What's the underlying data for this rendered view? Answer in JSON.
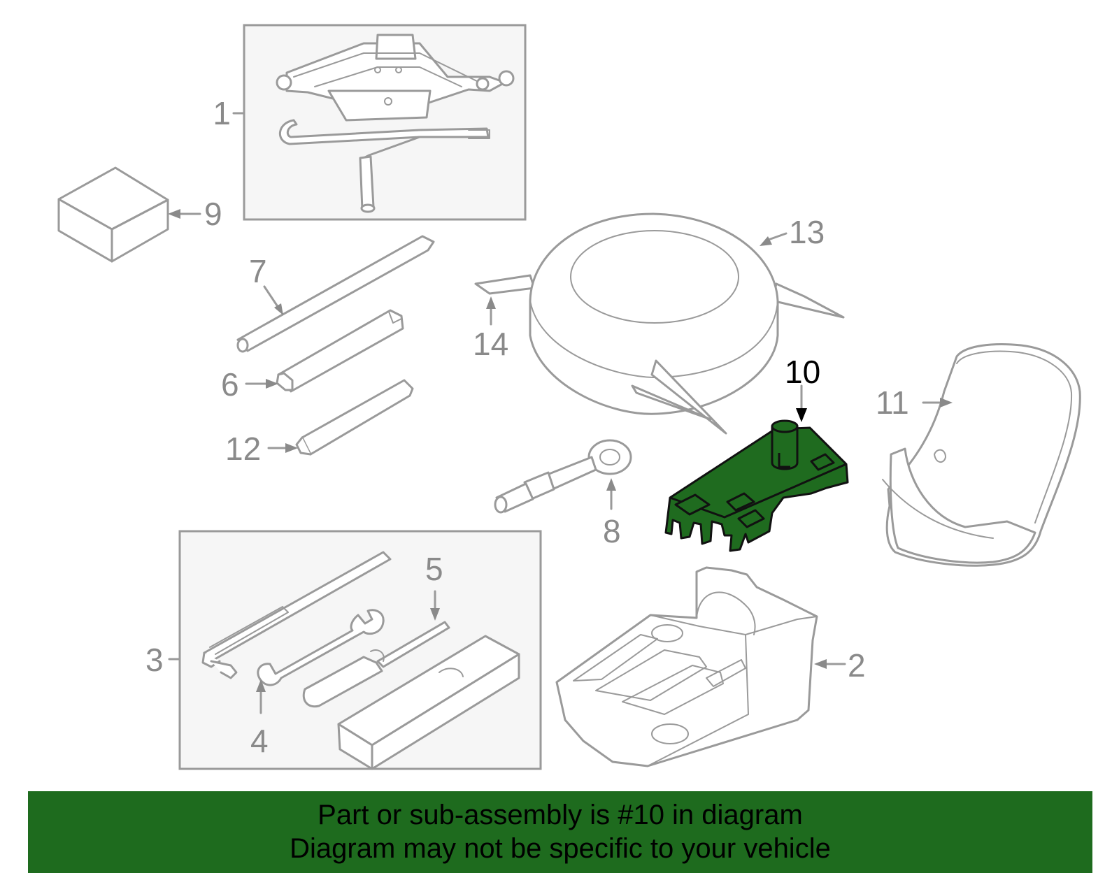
{
  "callouts": {
    "c1": "1",
    "c2": "2",
    "c3": "3",
    "c4": "4",
    "c5": "5",
    "c6": "6",
    "c7": "7",
    "c8": "8",
    "c9": "9",
    "c10": "10",
    "c11": "11",
    "c12": "12",
    "c13": "13",
    "c14": "14"
  },
  "highlighted_part": "10",
  "colors": {
    "highlight_fill": "#1f6b1f",
    "banner_bg": "#1e6b1e",
    "outline_gray": "#9a9a9a"
  },
  "banner": {
    "line1": "Part or sub-assembly is #10 in diagram",
    "line2": "Diagram may not be specific to your vehicle"
  }
}
